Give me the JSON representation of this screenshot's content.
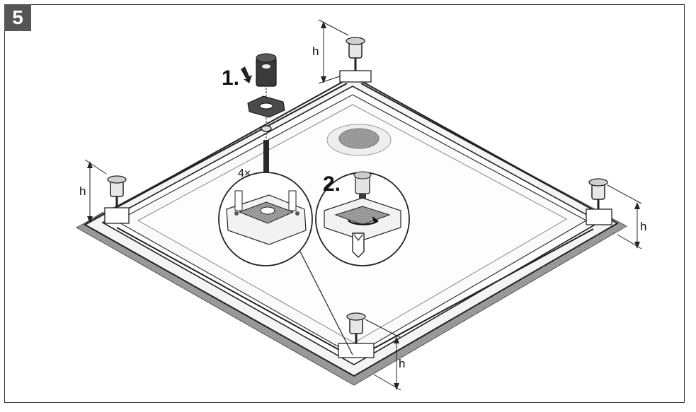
{
  "step": "5",
  "labels": {
    "h": "h",
    "step_one": "1.",
    "step_two": "2.",
    "count": "4×"
  },
  "colors": {
    "shadow": "#9a9a9a",
    "line": "#222222",
    "tray_fill": "#fdfdfd",
    "dark_part": "#3a3a3a"
  }
}
